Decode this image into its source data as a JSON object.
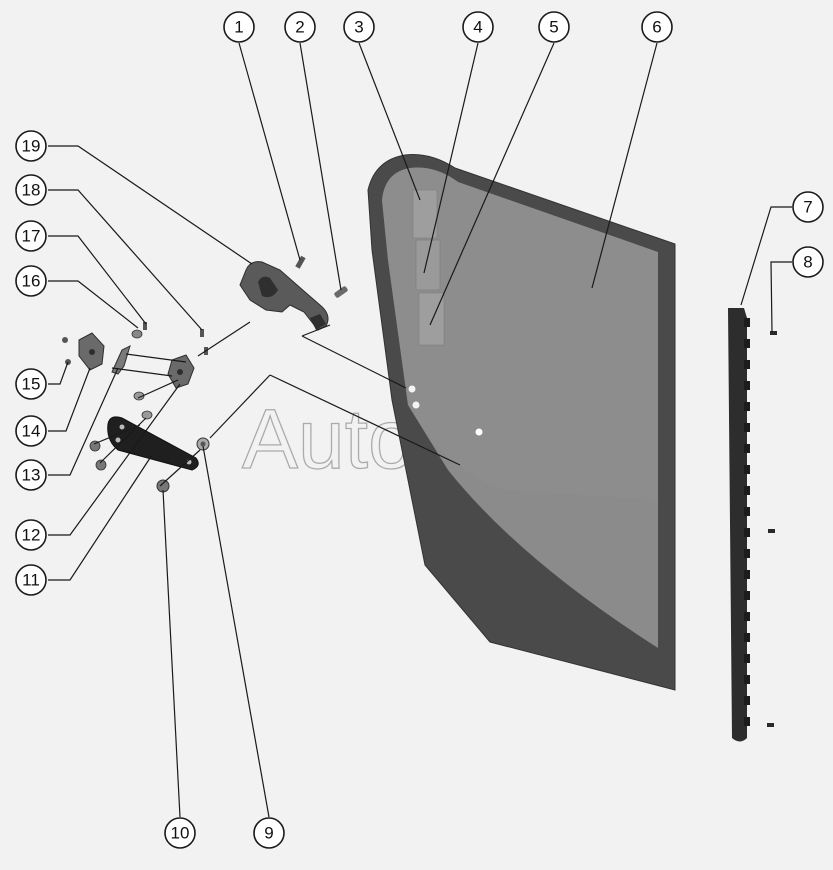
{
  "watermark": "AutoSoft",
  "colors": {
    "background": "#f2f2f2",
    "glass_frame": "#4a4a4a",
    "glass_pane": "#8b8b8b",
    "part_dark": "#3c3c3c",
    "leader": "#1a1a1a"
  },
  "callouts": {
    "c1": "1",
    "c2": "2",
    "c3": "3",
    "c4": "4",
    "c5": "5",
    "c6": "6",
    "c7": "7",
    "c8": "8",
    "c9": "9",
    "c10": "10",
    "c11": "11",
    "c12": "12",
    "c13": "13",
    "c14": "14",
    "c15": "15",
    "c16": "16",
    "c17": "17",
    "c18": "18",
    "c19": "19"
  }
}
